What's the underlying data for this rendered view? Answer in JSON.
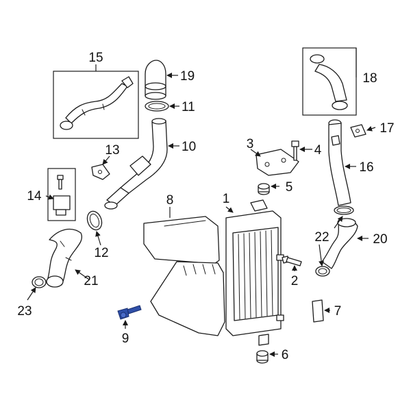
{
  "callouts": {
    "c1": "1",
    "c2": "2",
    "c3": "3",
    "c4": "4",
    "c5": "5",
    "c6": "6",
    "c7": "7",
    "c8": "8",
    "c9": "9",
    "c10": "10",
    "c11": "11",
    "c12": "12",
    "c13": "13",
    "c14": "14",
    "c15": "15",
    "c16": "16",
    "c17": "17",
    "c18": "18",
    "c19": "19",
    "c20": "20",
    "c21": "21",
    "c22": "22",
    "c23": "23"
  },
  "colors": {
    "line": "#1a1a1a",
    "highlight": "#2f4fa8",
    "background": "#ffffff"
  }
}
